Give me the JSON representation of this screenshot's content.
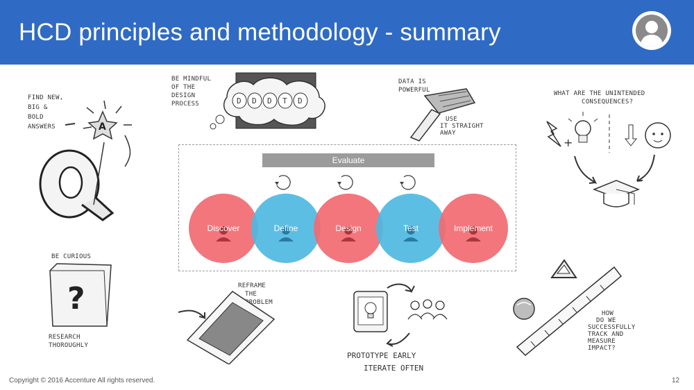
{
  "slide": {
    "title": "HCD principles and methodology - summary",
    "page_number": "12",
    "copyright": "Copyright © 2016 Accenture  All rights reserved."
  },
  "header_icon": "user-avatar-icon",
  "colors": {
    "header": "#2f6bc4",
    "red_circle": "#f26a72",
    "blue_circle": "#4fb9e2",
    "evaluate_bar": "#9b9b9b"
  },
  "process": {
    "evaluate_label": "Evaluate",
    "stages": [
      {
        "label": "Discover",
        "color": "red"
      },
      {
        "label": "Define",
        "color": "blue"
      },
      {
        "label": "Design",
        "color": "red"
      },
      {
        "label": "Test",
        "color": "blue"
      },
      {
        "label": "Implement",
        "color": "red"
      }
    ]
  },
  "sketches": {
    "find_new": [
      "FIND NEW,",
      "BIG &",
      "BOLD",
      "ANSWERS"
    ],
    "mindful": [
      "BE MINDFUL",
      "OF THE",
      "DESIGN",
      "PROCESS"
    ],
    "mindful_letters": [
      "D",
      "D",
      "D",
      "T",
      "D"
    ],
    "data_powerful": [
      "DATA IS",
      "POWERFUL"
    ],
    "use_it": [
      "USE",
      "IT STRAIGHT",
      "AWAY"
    ],
    "unintended": [
      "WHAT ARE THE UNINTENDED",
      "CONSEQUENCES?"
    ],
    "curious": "BE CURIOUS",
    "research": [
      "RESEARCH",
      "THOROUGHLY"
    ],
    "reframe": [
      "REFRAME",
      "THE",
      "PROBLEM"
    ],
    "prototype": [
      "PROTOTYPE EARLY",
      "ITERATE OFTEN"
    ],
    "track": [
      "HOW",
      "DO WE",
      "SUCCESSFULLY",
      "TRACK AND",
      "MEASURE",
      "IMPACT?"
    ]
  }
}
